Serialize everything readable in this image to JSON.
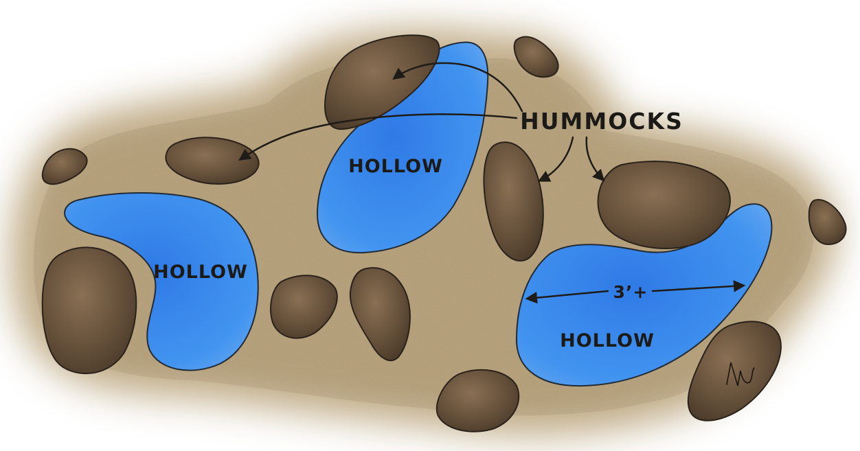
{
  "labels": {
    "hummocks": "HUMMOCKS",
    "hollow_top": "HOLLOW",
    "hollow_left": "HOLLOW",
    "hollow_right": "HOLLOW",
    "dimension": "3’+"
  },
  "colors": {
    "background": "#ffffff",
    "soil": "#b9a27a",
    "rock": "#6e5840",
    "water": "#3f8fee",
    "ink": "#1c1a17"
  },
  "signature": "Nv"
}
